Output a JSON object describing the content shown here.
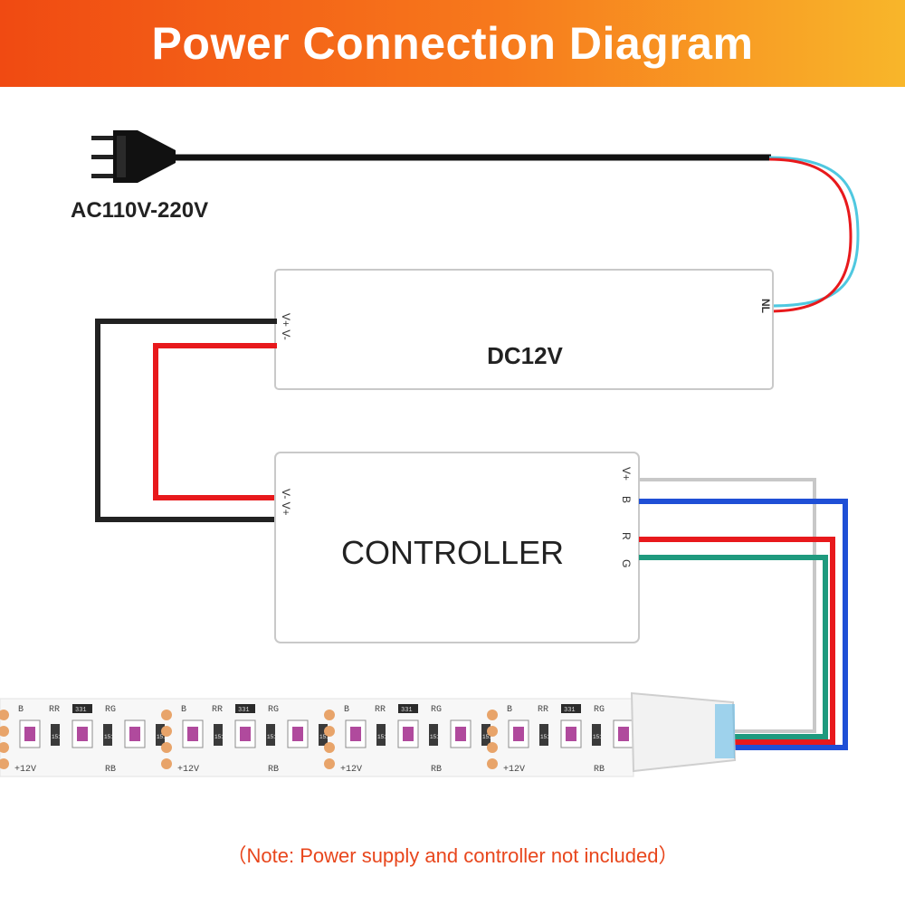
{
  "header": {
    "title": "Power Connection Diagram"
  },
  "plug": {
    "label": "AC110V-220V",
    "icon": "ac-plug-icon"
  },
  "power_supply": {
    "label": "DC12V",
    "in_terminals": "NL",
    "out_terminals": "V+ V-"
  },
  "controller": {
    "label": "CONTROLLER",
    "in_terminals": "V- V+",
    "out_terminals": [
      "V+",
      "B",
      "R",
      "G"
    ]
  },
  "strip": {
    "pad_labels": [
      "B",
      "RR",
      "RG",
      "+12V",
      "RB"
    ],
    "chip_code": "331",
    "resistor_code": "151"
  },
  "wire_colors": {
    "black": "#222222",
    "red": "#e8191c",
    "blue": "#1f4fd6",
    "green": "#1f9a7e",
    "white": "#c8c8c8",
    "live": "#e8191c",
    "neutral": "#4fc8e0"
  },
  "note": "（Note: Power supply and controller not included）"
}
